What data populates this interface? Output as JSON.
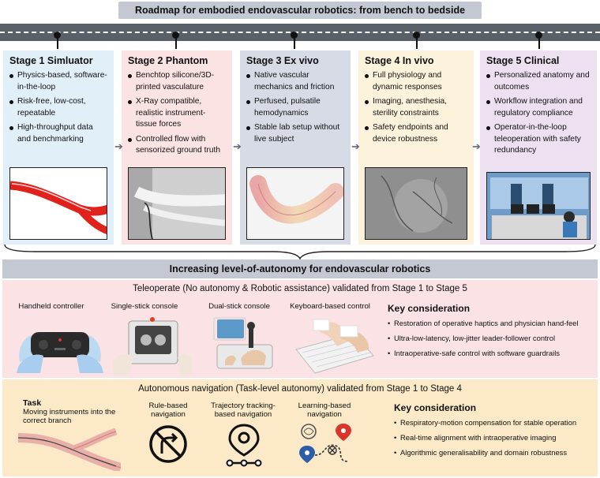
{
  "roadmap": {
    "title": "Roadmap for embodied endovascular robotics: from bench to bedside"
  },
  "stages": [
    {
      "title": "Stage 1 Simluator",
      "bullets": [
        "Physics-based, software-in-the-loop",
        "Risk-free, low-cost, repeatable",
        "High-throughput data and benchmarking"
      ],
      "bg": "#e1eff8"
    },
    {
      "title": "Stage 2 Phantom",
      "bullets": [
        "Benchtop silicone/3D-printed vasculature",
        "X-Ray compatible, realistic instrument-tissue forces",
        "Controlled flow with sensorized ground truth"
      ],
      "bg": "#fbe2e3"
    },
    {
      "title": "Stage 3 Ex vivo",
      "bullets": [
        "Native vascular mechanics and friction",
        "Perfused, pulsatile hemodynamics",
        "Stable lab setup without live subject"
      ],
      "bg": "#d6dbe5"
    },
    {
      "title": "Stage 4 In vivo",
      "bullets": [
        "Full physiology and dynamic responses",
        "Imaging, anesthesia, sterility constraints",
        "Safety endpoints and device robustness"
      ],
      "bg": "#fdf3dc"
    },
    {
      "title": "Stage 5 Clinical",
      "bullets": [
        "Personalized anatomy and outcomes",
        "Workflow integration and regulatory compliance",
        "Operator-in-the-loop teleoperation with safety redundancy"
      ],
      "bg": "#ece0f1"
    }
  ],
  "autonomy": {
    "title": "Increasing level-of-autonomy for endovascular robotics"
  },
  "teleoperate": {
    "heading": "Teleoperate (No autonomy & Robotic assistance) validated from Stage 1 to Stage 5",
    "devices": [
      "Handheld controller",
      "Single-stick console",
      "Dual-stick console",
      "Keyboard-based control"
    ],
    "key_title": "Key consideration",
    "key_points": [
      "Restoration of operative haptics and physician hand-feel",
      "Ultra-low-latency, low-jitter leader-follower control",
      "Intraoperative-safe control with software guardrails"
    ]
  },
  "navigation": {
    "heading": "Autonomous navigation (Task-level autonomy) validated from Stage 1 to Stage 4",
    "task_title": "Task",
    "task_desc": "Moving instruments into the correct branch",
    "methods": [
      "Rule-based navigation",
      "Trajectory tracking-based navigation",
      "Learning-based navigation"
    ],
    "key_title": "Key consideration",
    "key_points": [
      "Respiratory-motion compensation for stable operation",
      "Real-time alignment with intraoperative imaging",
      "Algorithmic generalisability and domain robustness"
    ]
  },
  "colors": {
    "road": "#5a6068",
    "header_bar": "#c4c8d2",
    "tele_bg": "#fbe3e5",
    "nav_bg": "#fbe9c7",
    "vessel_red": "#e0211c"
  }
}
